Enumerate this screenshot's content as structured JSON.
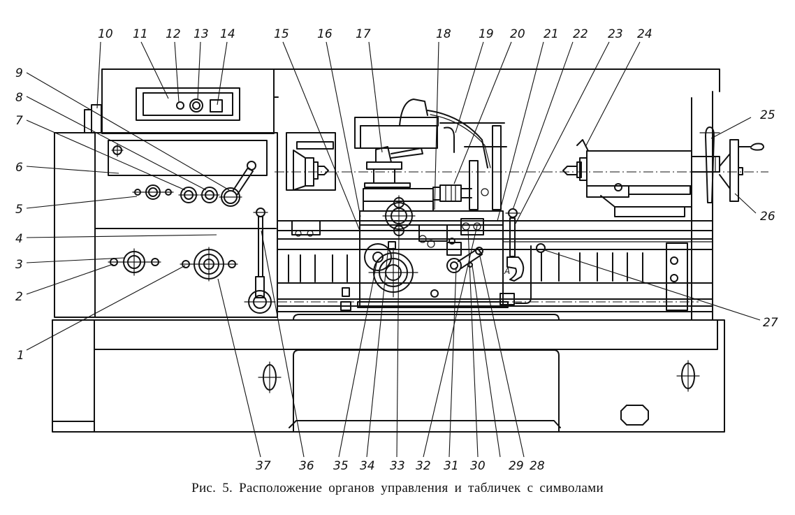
{
  "figure": {
    "caption": "Рис. 5. Расположение органов управления и табличек с символами",
    "subject": "lathe front view with numbered controls"
  },
  "callouts": [
    {
      "id": "1",
      "label": "1"
    },
    {
      "id": "2",
      "label": "2"
    },
    {
      "id": "3",
      "label": "3"
    },
    {
      "id": "4",
      "label": "4"
    },
    {
      "id": "5",
      "label": "5"
    },
    {
      "id": "6",
      "label": "6"
    },
    {
      "id": "7",
      "label": "7"
    },
    {
      "id": "8",
      "label": "8"
    },
    {
      "id": "9",
      "label": "9"
    },
    {
      "id": "10",
      "label": "10"
    },
    {
      "id": "11",
      "label": "11"
    },
    {
      "id": "12",
      "label": "12"
    },
    {
      "id": "13",
      "label": "13"
    },
    {
      "id": "14",
      "label": "14"
    },
    {
      "id": "15",
      "label": "15"
    },
    {
      "id": "16",
      "label": "16"
    },
    {
      "id": "17",
      "label": "17"
    },
    {
      "id": "18",
      "label": "18"
    },
    {
      "id": "19",
      "label": "19"
    },
    {
      "id": "20",
      "label": "20"
    },
    {
      "id": "21",
      "label": "21"
    },
    {
      "id": "22",
      "label": "22"
    },
    {
      "id": "23",
      "label": "23"
    },
    {
      "id": "24",
      "label": "24"
    },
    {
      "id": "25",
      "label": "25"
    },
    {
      "id": "26",
      "label": "26"
    },
    {
      "id": "27",
      "label": "27"
    },
    {
      "id": "28",
      "label": "28"
    },
    {
      "id": "29",
      "label": "29"
    },
    {
      "id": "30",
      "label": "30"
    },
    {
      "id": "31",
      "label": "31"
    },
    {
      "id": "32",
      "label": "32"
    },
    {
      "id": "33",
      "label": "33"
    },
    {
      "id": "34",
      "label": "34"
    },
    {
      "id": "35",
      "label": "35"
    },
    {
      "id": "36",
      "label": "36"
    },
    {
      "id": "37",
      "label": "37"
    }
  ],
  "apron_marker": "A"
}
